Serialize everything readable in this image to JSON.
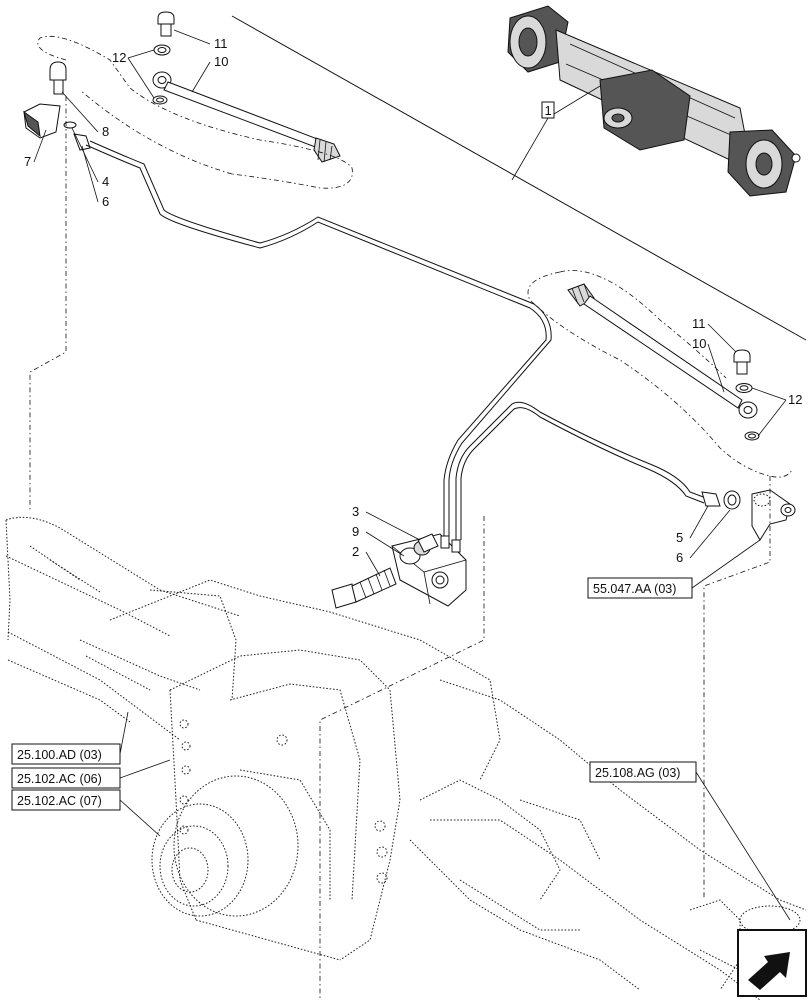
{
  "callouts": {
    "c1": "1",
    "c2": "2",
    "c3": "3",
    "c4": "4",
    "c5": "5",
    "c6a": "6",
    "c6b": "6",
    "c7": "7",
    "c8": "8",
    "c9": "9",
    "c10a": "10",
    "c10b": "10",
    "c11a": "11",
    "c11b": "11",
    "c12a": "12",
    "c12b": "12"
  },
  "references": {
    "r1": "55.047.AA (03)",
    "r2": "25.100.AD (03)",
    "r3": "25.102.AC (06)",
    "r4": "25.102.AC (07)",
    "r5": "25.108.AG (03)"
  },
  "icons": {
    "nav": "next-page-arrow-icon"
  }
}
